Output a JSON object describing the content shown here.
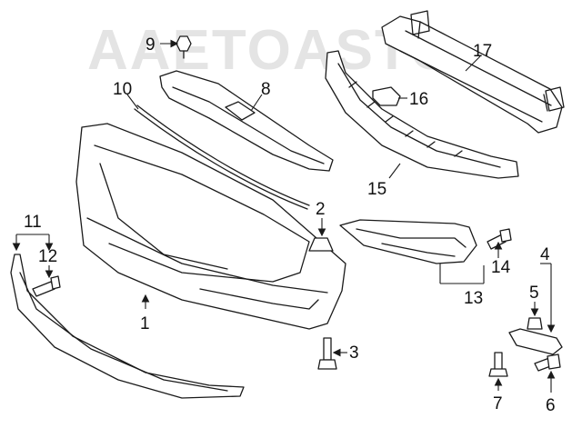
{
  "watermark": "AAETOASTO",
  "colors": {
    "line": "#1a1a1a",
    "watermark": "#cfcfcf",
    "background": "#ffffff"
  },
  "callouts": {
    "c1": "1",
    "c2": "2",
    "c3": "3",
    "c4": "4",
    "c5": "5",
    "c6": "6",
    "c7": "7",
    "c8": "8",
    "c9": "9",
    "c10": "10",
    "c11": "11",
    "c12": "12",
    "c13": "13",
    "c14": "14",
    "c15": "15",
    "c16": "16",
    "c17": "17"
  }
}
